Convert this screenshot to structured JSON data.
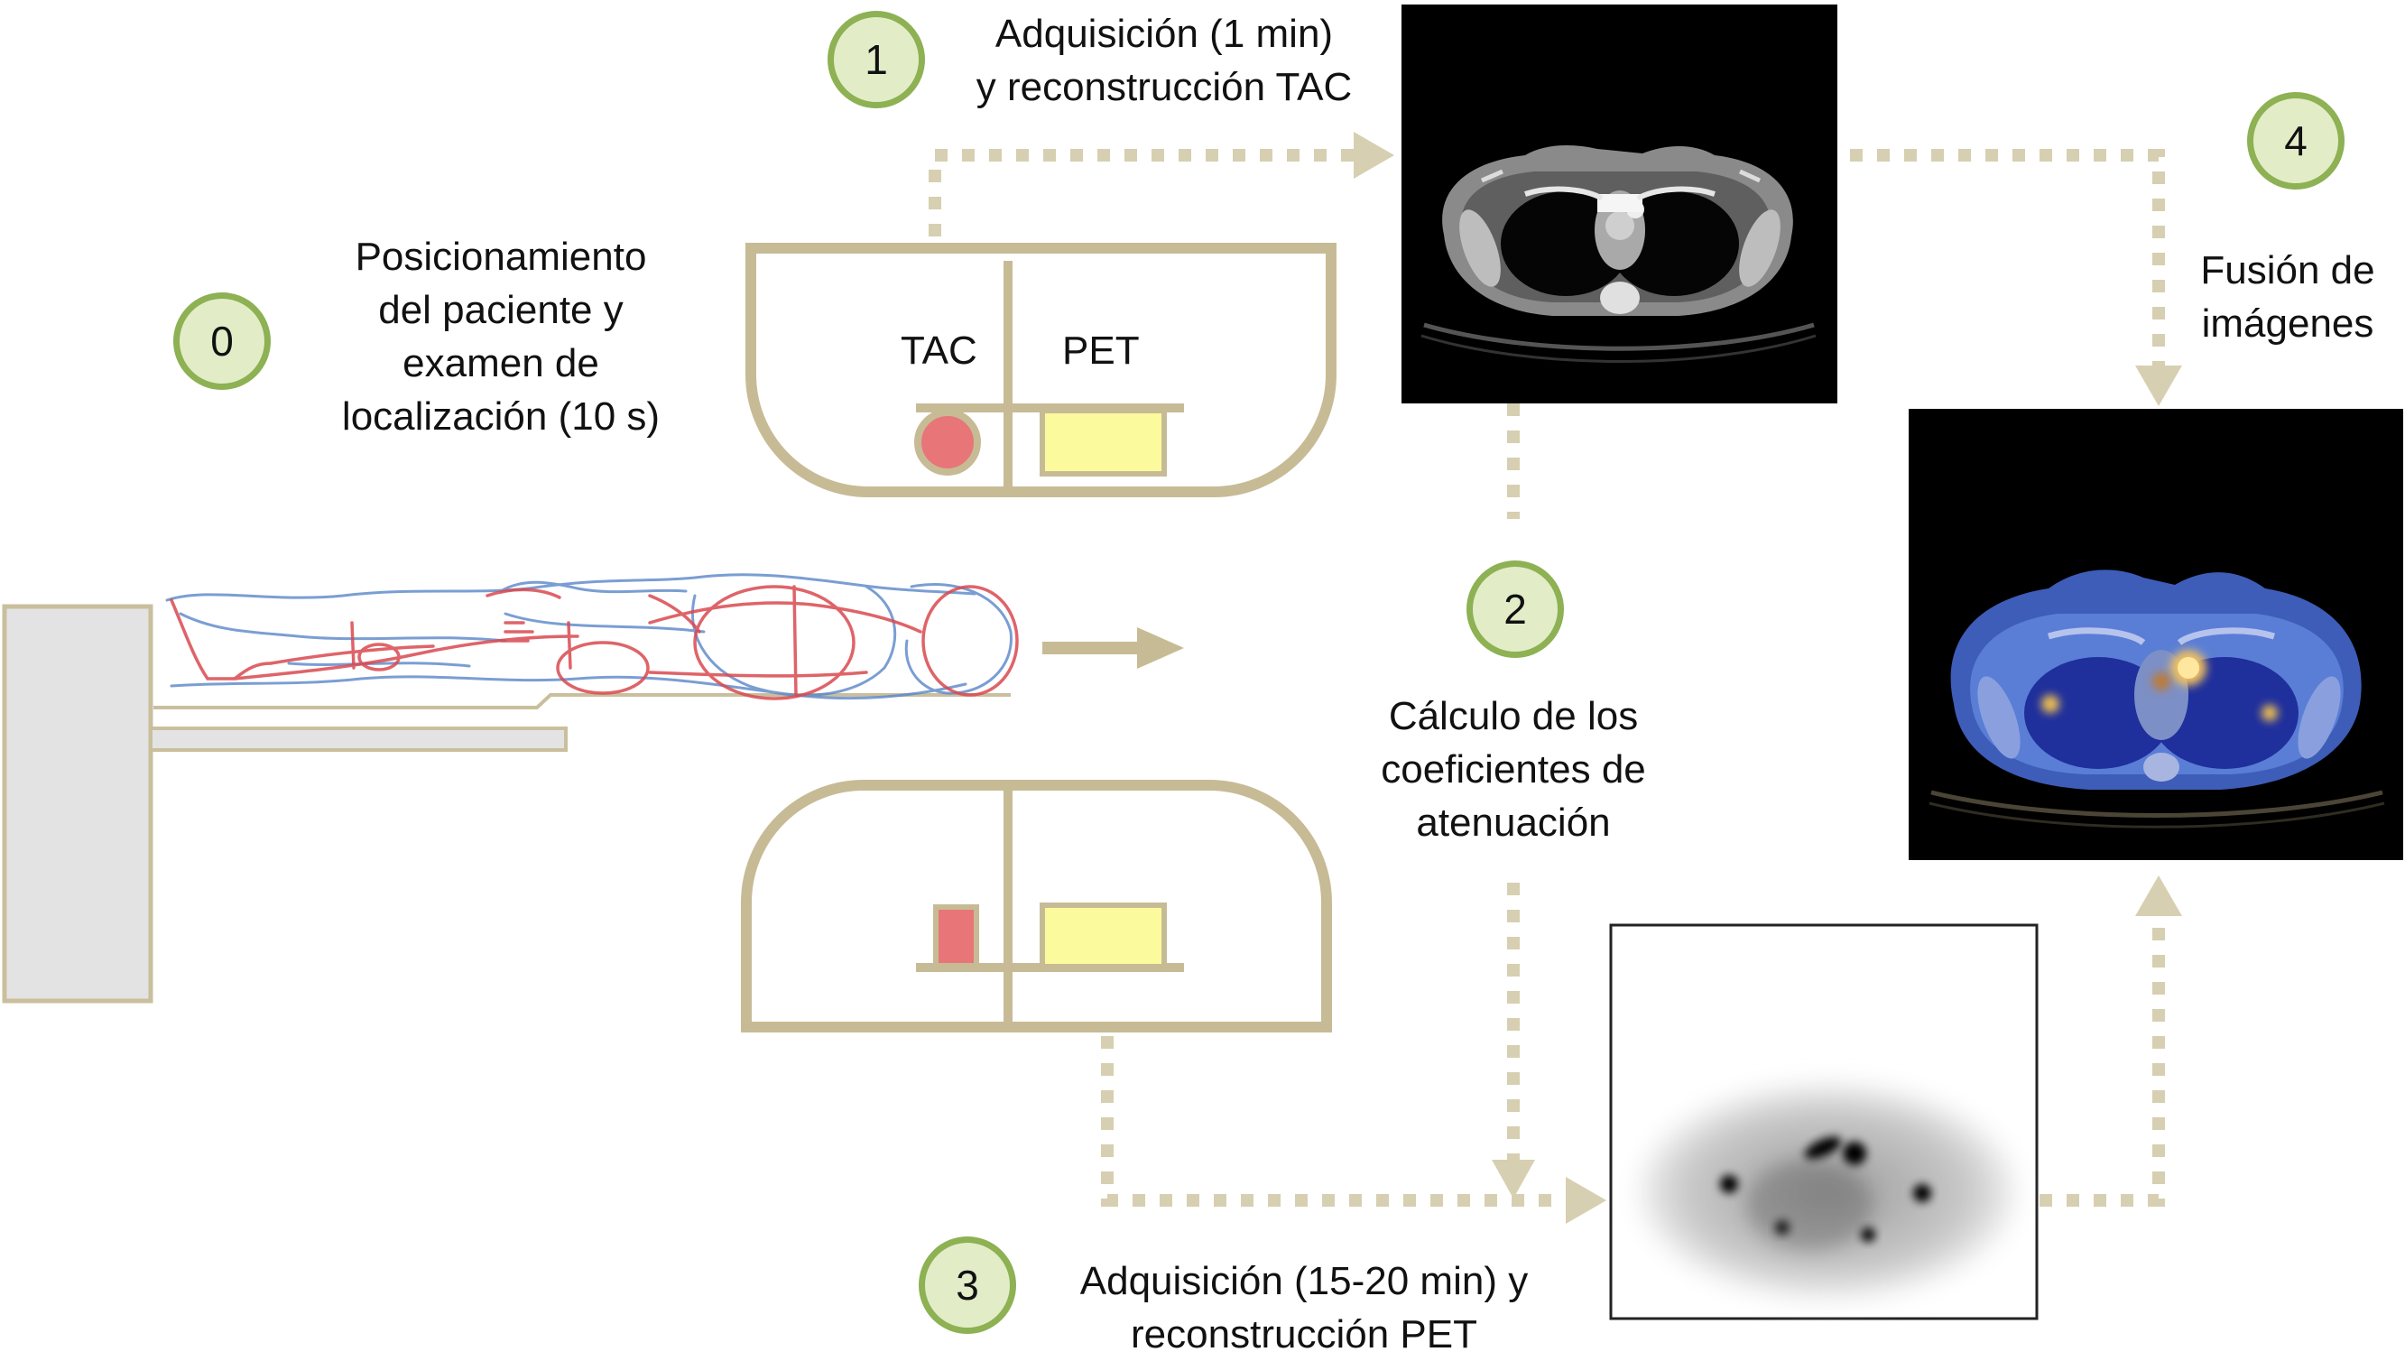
{
  "steps": [
    {
      "number": "0",
      "label_lines": [
        "Posicionamiento",
        "del paciente y",
        "examen de",
        "localización (10 s)"
      ]
    },
    {
      "number": "1",
      "label_lines": [
        "Adquisición (1 min)",
        "y reconstrucción TAC"
      ]
    },
    {
      "number": "2",
      "label_lines": [
        "Cálculo de los",
        "coeficientes de",
        "atenuación"
      ]
    },
    {
      "number": "3",
      "label_lines": [
        "Adquisición (15-20 min) y",
        "reconstrucción PET"
      ]
    },
    {
      "number": "4",
      "label_lines": [
        "Fusión de",
        "imágenes"
      ]
    }
  ],
  "scanner": {
    "tac_label": "TAC",
    "pet_label": "PET"
  },
  "colors": {
    "scanner_outline": "#c7bb96",
    "dotted_arrow": "#d7cfb1",
    "step_fill": "#e2edc8",
    "step_border": "#8db153",
    "ct_source": "#e87578",
    "pet_detector": "#fbfa9c",
    "table": "#e3e3e3",
    "table_border": "#c9bf9d",
    "body_red": "#d9494f",
    "body_blue": "#5a86c9"
  },
  "icons": {
    "patient": "patient-lying-on-table-sketch",
    "ct_image": "ct-axial-thorax-image",
    "pet_image": "pet-axial-thorax-image",
    "fusion_image": "fused-pet-ct-image"
  }
}
